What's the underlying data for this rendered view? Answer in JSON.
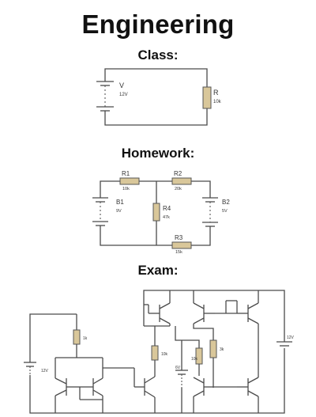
{
  "title": "Engineering",
  "sections": {
    "class": "Class:",
    "homework": "Homework:",
    "exam": "Exam:"
  },
  "class_circuit": {
    "battery_name": "V",
    "battery_value": "12V",
    "resistor_name": "R",
    "resistor_value": "10k"
  },
  "homework_circuit": {
    "r1_name": "R1",
    "r1_value": "10k",
    "r2_name": "R2",
    "r2_value": "20k",
    "r3_name": "R3",
    "r3_value": "15k",
    "r4_name": "R4",
    "r4_value": "47k",
    "b1_name": "B1",
    "b1_value": "9V",
    "b2_name": "B2",
    "b2_value": "5V"
  },
  "exam_circuit": {
    "res_a": "1k",
    "res_b": "10k",
    "res_c": "10k",
    "res_d": "3k",
    "bat_left": "12V",
    "bat_mid": "6V",
    "bat_right": "12V"
  }
}
